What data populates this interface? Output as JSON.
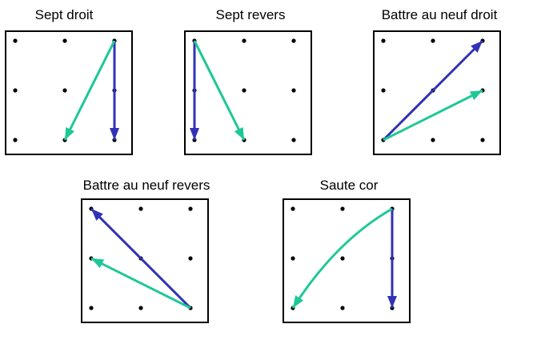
{
  "colors": {
    "blue": "#3232b4",
    "green": "#1ec896",
    "frame": "#000000",
    "dot": "#000000"
  },
  "panels": [
    {
      "title": "Sept droit",
      "arrows": [
        {
          "color": "blue",
          "from": [
            2,
            0
          ],
          "to": [
            2,
            2
          ],
          "curve": false
        },
        {
          "color": "green",
          "from": [
            2,
            0
          ],
          "to": [
            1,
            2
          ],
          "curve": false
        }
      ]
    },
    {
      "title": "Sept revers",
      "arrows": [
        {
          "color": "blue",
          "from": [
            0,
            0
          ],
          "to": [
            0,
            2
          ],
          "curve": false
        },
        {
          "color": "green",
          "from": [
            0,
            0
          ],
          "to": [
            1,
            2
          ],
          "curve": false
        }
      ]
    },
    {
      "title": "Battre au neuf droit",
      "arrows": [
        {
          "color": "blue",
          "from": [
            0,
            2
          ],
          "to": [
            2,
            0
          ],
          "curve": false
        },
        {
          "color": "green",
          "from": [
            0,
            2
          ],
          "to": [
            2,
            1
          ],
          "curve": false
        }
      ]
    },
    {
      "title": "Battre au neuf revers",
      "arrows": [
        {
          "color": "blue",
          "from": [
            2,
            2
          ],
          "to": [
            0,
            0
          ],
          "curve": false
        },
        {
          "color": "green",
          "from": [
            2,
            2
          ],
          "to": [
            0,
            1
          ],
          "curve": false
        }
      ]
    },
    {
      "title": "Saute cor",
      "arrows": [
        {
          "color": "blue",
          "from": [
            2,
            0
          ],
          "to": [
            2,
            2
          ],
          "curve": false
        },
        {
          "color": "green",
          "from": [
            2,
            0
          ],
          "to": [
            0,
            2
          ],
          "curve": true
        }
      ]
    }
  ]
}
